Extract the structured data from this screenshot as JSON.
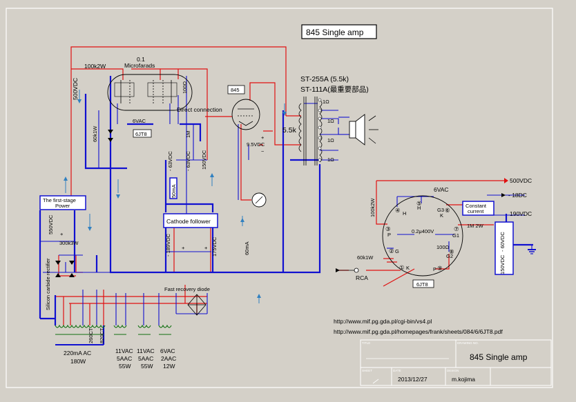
{
  "title": "845 Single amp",
  "tube_labels": {
    "driver": "6JT8",
    "output": "845",
    "driver_pinout": "6JT8"
  },
  "boxes": {
    "first_stage": "The first-stage\nPower",
    "cathode_follower": "Cathode follower",
    "constant_current": "Constant\ncurrent"
  },
  "labels": {
    "r100k2w_top": "100k2W",
    "cap_01": "0.1",
    "cap_microfarads": "Microfarads",
    "v500_left": "500VDC",
    "r100": "100Ω",
    "heater_6vac": "6VAC",
    "r60k1w": "60k1W",
    "direct_connection": "Direct connection",
    "v63a": "- 63VDC",
    "v63b": "- 63VDC",
    "r1m": "1M",
    "v150": "150VDC",
    "i50ma_1": "50mA",
    "v189": "- 189VDC",
    "v175": "175VDC",
    "i60ma": "60mA",
    "v95": "9.5VDC",
    "xfmr1": "ST-255A (5.5k)",
    "xfmr2": "ST-111A(最重要部品)",
    "imp55k": "5.5k",
    "ohm1": "1Ω",
    "ohm2": "1Ω",
    "ohm3": "1Ω",
    "ohm4": "1Ω",
    "v550": "550VDC",
    "r300k": "300k3W",
    "rectifier": "Silicon carbide rectifier",
    "fast_diode": "Fast recovery diode",
    "ct260": "260CT",
    "ct820": "820CT"
  },
  "pinout": {
    "v500": "500VDC",
    "v18": "- 18DC",
    "v190": "190VDC",
    "v60": "- 60VDC",
    "v150": "150VDC",
    "vac6": "6VAC",
    "r100k2w": "100k2W",
    "cap": "0.2μ400V",
    "r1m2w": "1M 2W",
    "r100ohm": "100Ω",
    "r60k1w": "60k1W",
    "rca": "RCA",
    "pin_h1": "H",
    "pin_h2": "H",
    "pin_p": "P",
    "pin_g": "G",
    "pin_k": "K",
    "pin_g3k": "G3\nK",
    "pin_g1": "G1",
    "pin_g2": "G2",
    "pin_p2": "P",
    "num_h1": "④",
    "num_h2": "⑤",
    "num_p": "③",
    "num_g": "②",
    "num_k": "①",
    "num_g3": "⑥",
    "num_g1": "⑦",
    "num_g2": "⑧",
    "num_p2": "⑨"
  },
  "transformer": {
    "t1_line1": "220mA AC",
    "t1_line2": "180W",
    "t2_line1": "11VAC",
    "t2_line2": "5AAC",
    "t2_line3": "55W",
    "t3_line1": "11VAC",
    "t3_line2": "5AAC",
    "t3_line3": "55W",
    "t4_line1": "6VAC",
    "t4_line2": "2AAC",
    "t4_line3": "12W"
  },
  "urls": [
    "http://www.mif.pg.gda.pl/cgi-bin/vs4.pl",
    "http://www.mif.pg.gda.pl/homepages/frank/sheets/084/6/6JT8.pdf"
  ],
  "title_block": {
    "title": "845 Single amp",
    "date": "2013/12/27",
    "author": "m.kojima",
    "head_title": "TITLE",
    "head_drawing": "DRAWING NO.",
    "head_sheet": "SHEET",
    "head_date": "DATE",
    "head_design": "DESIGN"
  }
}
